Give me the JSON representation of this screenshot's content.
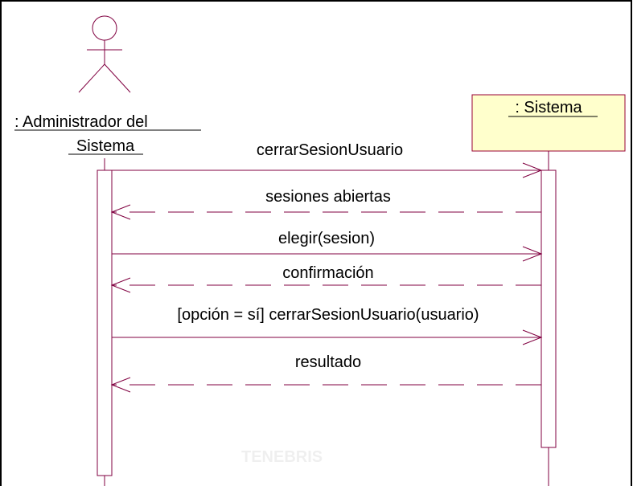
{
  "actor": {
    "name_line1": ": Administrador del",
    "name_line2": "Sistema"
  },
  "object": {
    "name": ": Sistema"
  },
  "messages": [
    {
      "label": "cerrarSesionUsuario",
      "direction": "request"
    },
    {
      "label": "sesiones abiertas",
      "direction": "return"
    },
    {
      "label": "elegir(sesion)",
      "direction": "request"
    },
    {
      "label": "confirmación",
      "direction": "return"
    },
    {
      "label": "[opción = sí] cerrarSesionUsuario(usuario)",
      "direction": "request"
    },
    {
      "label": "resultado",
      "direction": "return"
    }
  ],
  "watermark": {
    "text": "TENEBRIS"
  },
  "colors": {
    "lifeline": "#800040",
    "message": "#800040",
    "object_fill": "#FFFFCC",
    "object_border": "#990033",
    "text": "#000000"
  }
}
